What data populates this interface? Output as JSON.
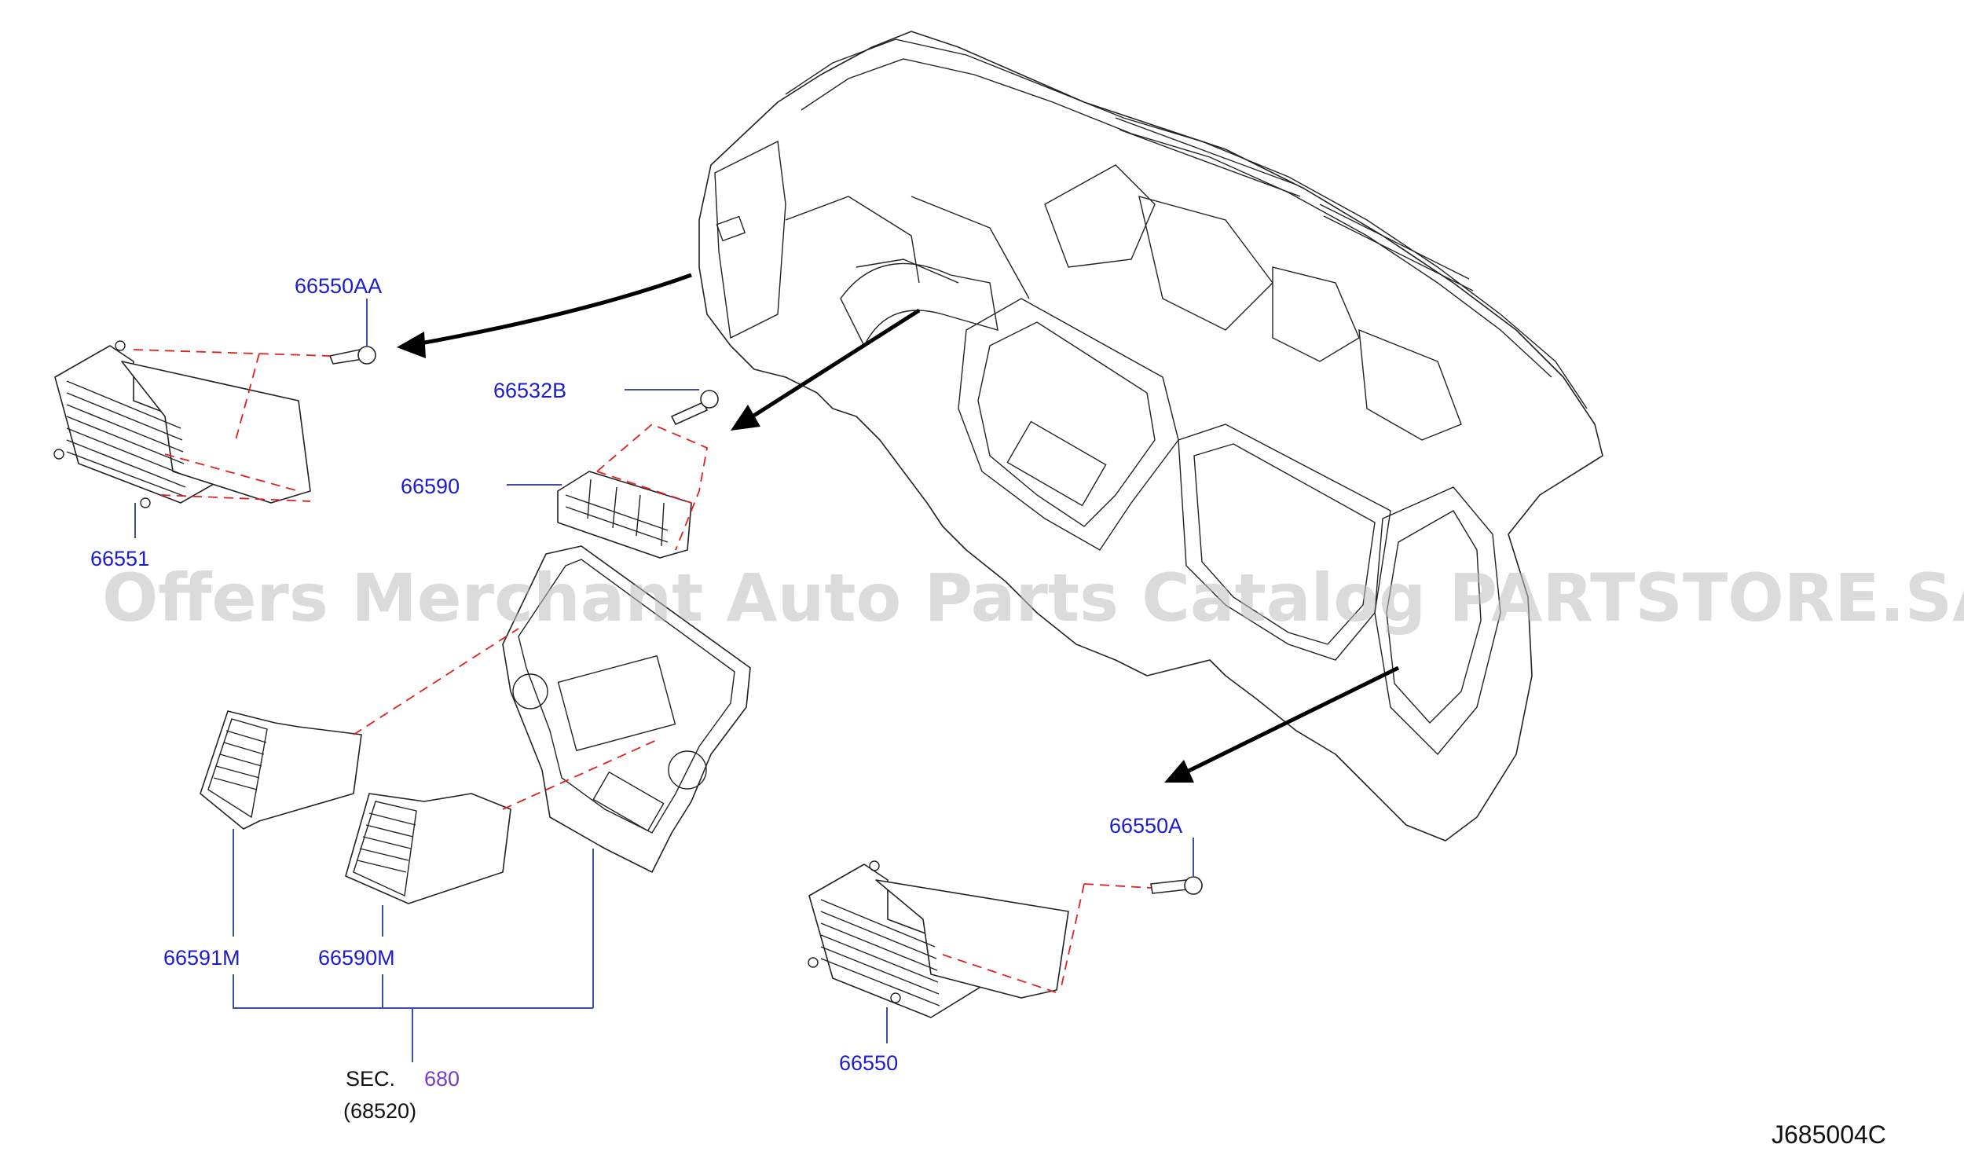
{
  "diagram": {
    "parts": {
      "p66550AA": "66550AA",
      "p66532B": "66532B",
      "p66590": "66590",
      "p66551": "66551",
      "p66591M": "66591M",
      "p66590M": "66590M",
      "p66550A": "66550A",
      "p66550": "66550"
    },
    "section": {
      "prefix": "SEC.",
      "number": "680",
      "sub": "(68520)"
    },
    "code": "J685004C",
    "watermark": "Offers Merchant Auto Parts Catalog PARTSTORE.SA",
    "colors": {
      "part_label": "#1c1ccf",
      "section_ref": "#7a3cc8",
      "dash_line": "#e02020",
      "watermark": "#bdbdbd"
    }
  }
}
